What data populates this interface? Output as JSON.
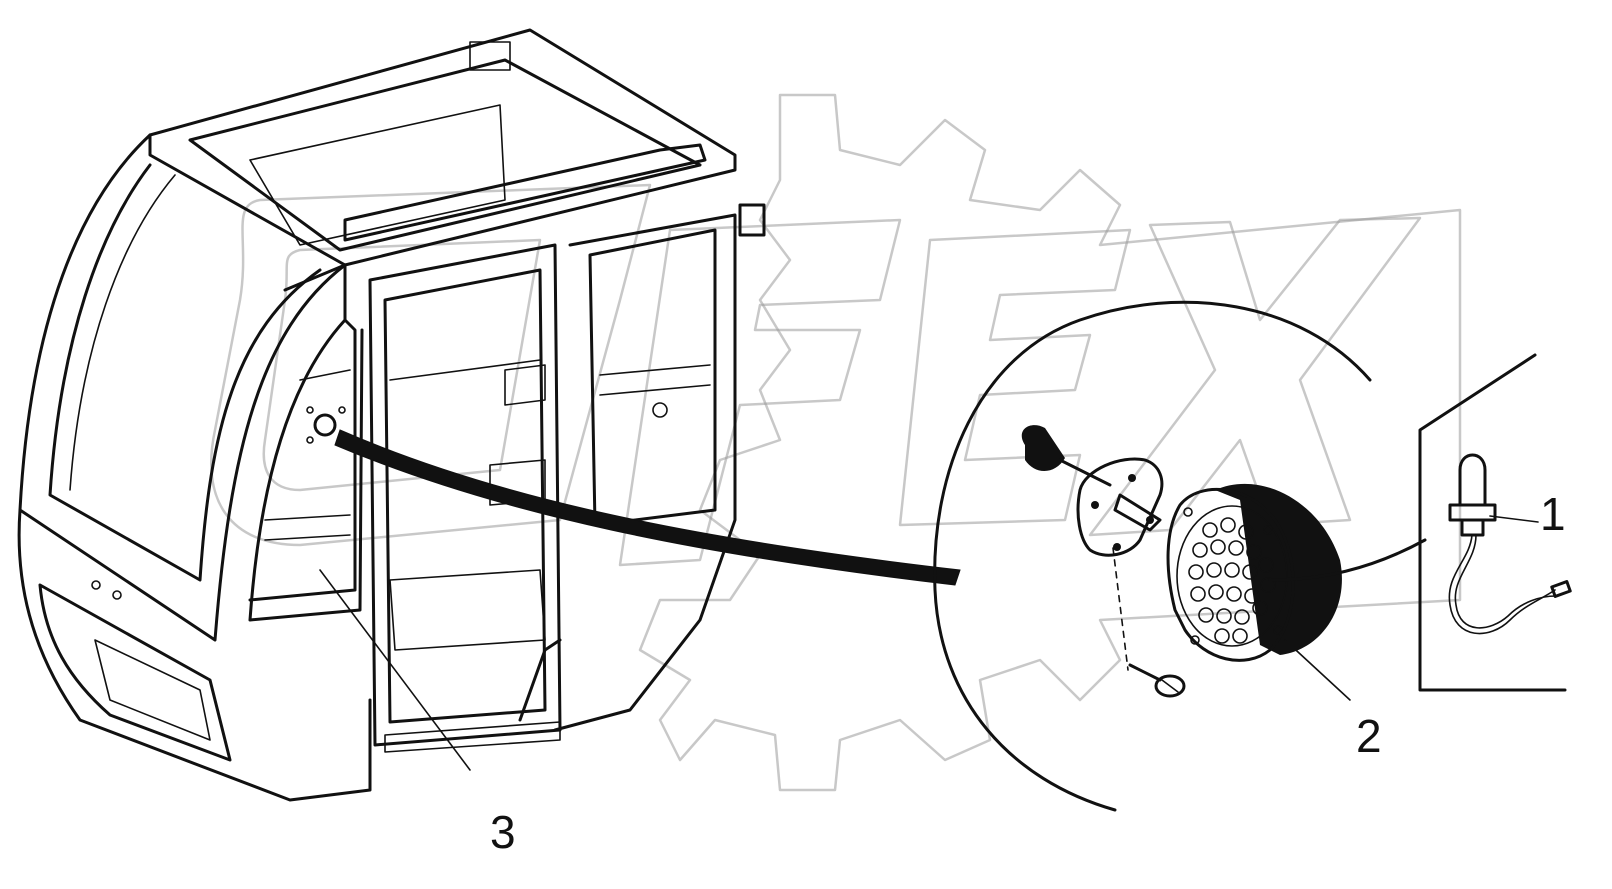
{
  "diagram": {
    "callouts": [
      {
        "id": "1",
        "label": "1"
      },
      {
        "id": "2",
        "label": "2"
      },
      {
        "id": "3",
        "label": "3"
      }
    ],
    "watermark_icon": "gear-logo-icon",
    "watermark_text": "OPEX",
    "colors": {
      "line": "#111111",
      "watermark": "#9a9a9a",
      "background": "#ffffff"
    }
  }
}
